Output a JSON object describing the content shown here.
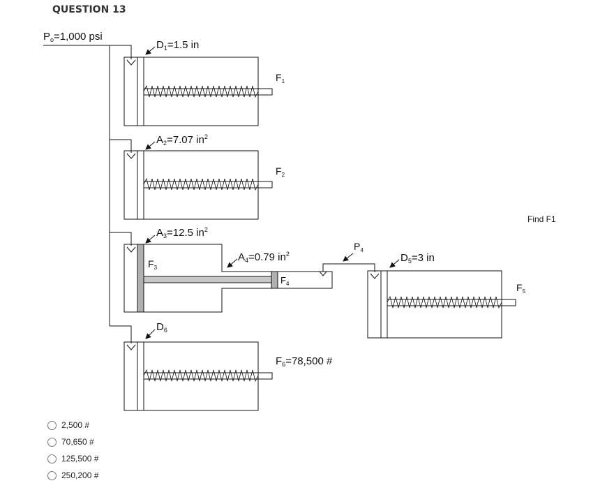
{
  "question": {
    "title": "QUESTION 13",
    "instruction": "Find F1",
    "options": [
      {
        "label": "2,500 #"
      },
      {
        "label": "70,650 #"
      },
      {
        "label": "125,500 #"
      },
      {
        "label": "250,200 #"
      }
    ]
  },
  "diagram": {
    "p0": {
      "main": "P",
      "sub": "o",
      "rest": "=1,000 psi"
    },
    "d1": {
      "main": "D",
      "sub": "1",
      "rest": "=1.5 in"
    },
    "f1": {
      "main": "F",
      "sub": "1"
    },
    "a2": {
      "main": "A",
      "sub": "2",
      "rest": "=7.07 in",
      "sup": "2"
    },
    "f2": {
      "main": "F",
      "sub": "2"
    },
    "a3": {
      "main": "A",
      "sub": "3",
      "rest": "=12.5 in",
      "sup": "2"
    },
    "f3": {
      "main": "F",
      "sub": "3"
    },
    "a4": {
      "main": "A",
      "sub": "4",
      "rest": "=0.79 in",
      "sup": "2"
    },
    "f4": {
      "main": "F",
      "sub": "4"
    },
    "p4": {
      "main": "P",
      "sub": "4"
    },
    "d5": {
      "main": "D",
      "sub": "5",
      "rest": "=3 in"
    },
    "f5": {
      "main": "F",
      "sub": "5"
    },
    "d6": {
      "main": "D",
      "sub": "6"
    },
    "f6": {
      "main": "F",
      "sub": "6",
      "rest": "=78,500 #"
    }
  }
}
